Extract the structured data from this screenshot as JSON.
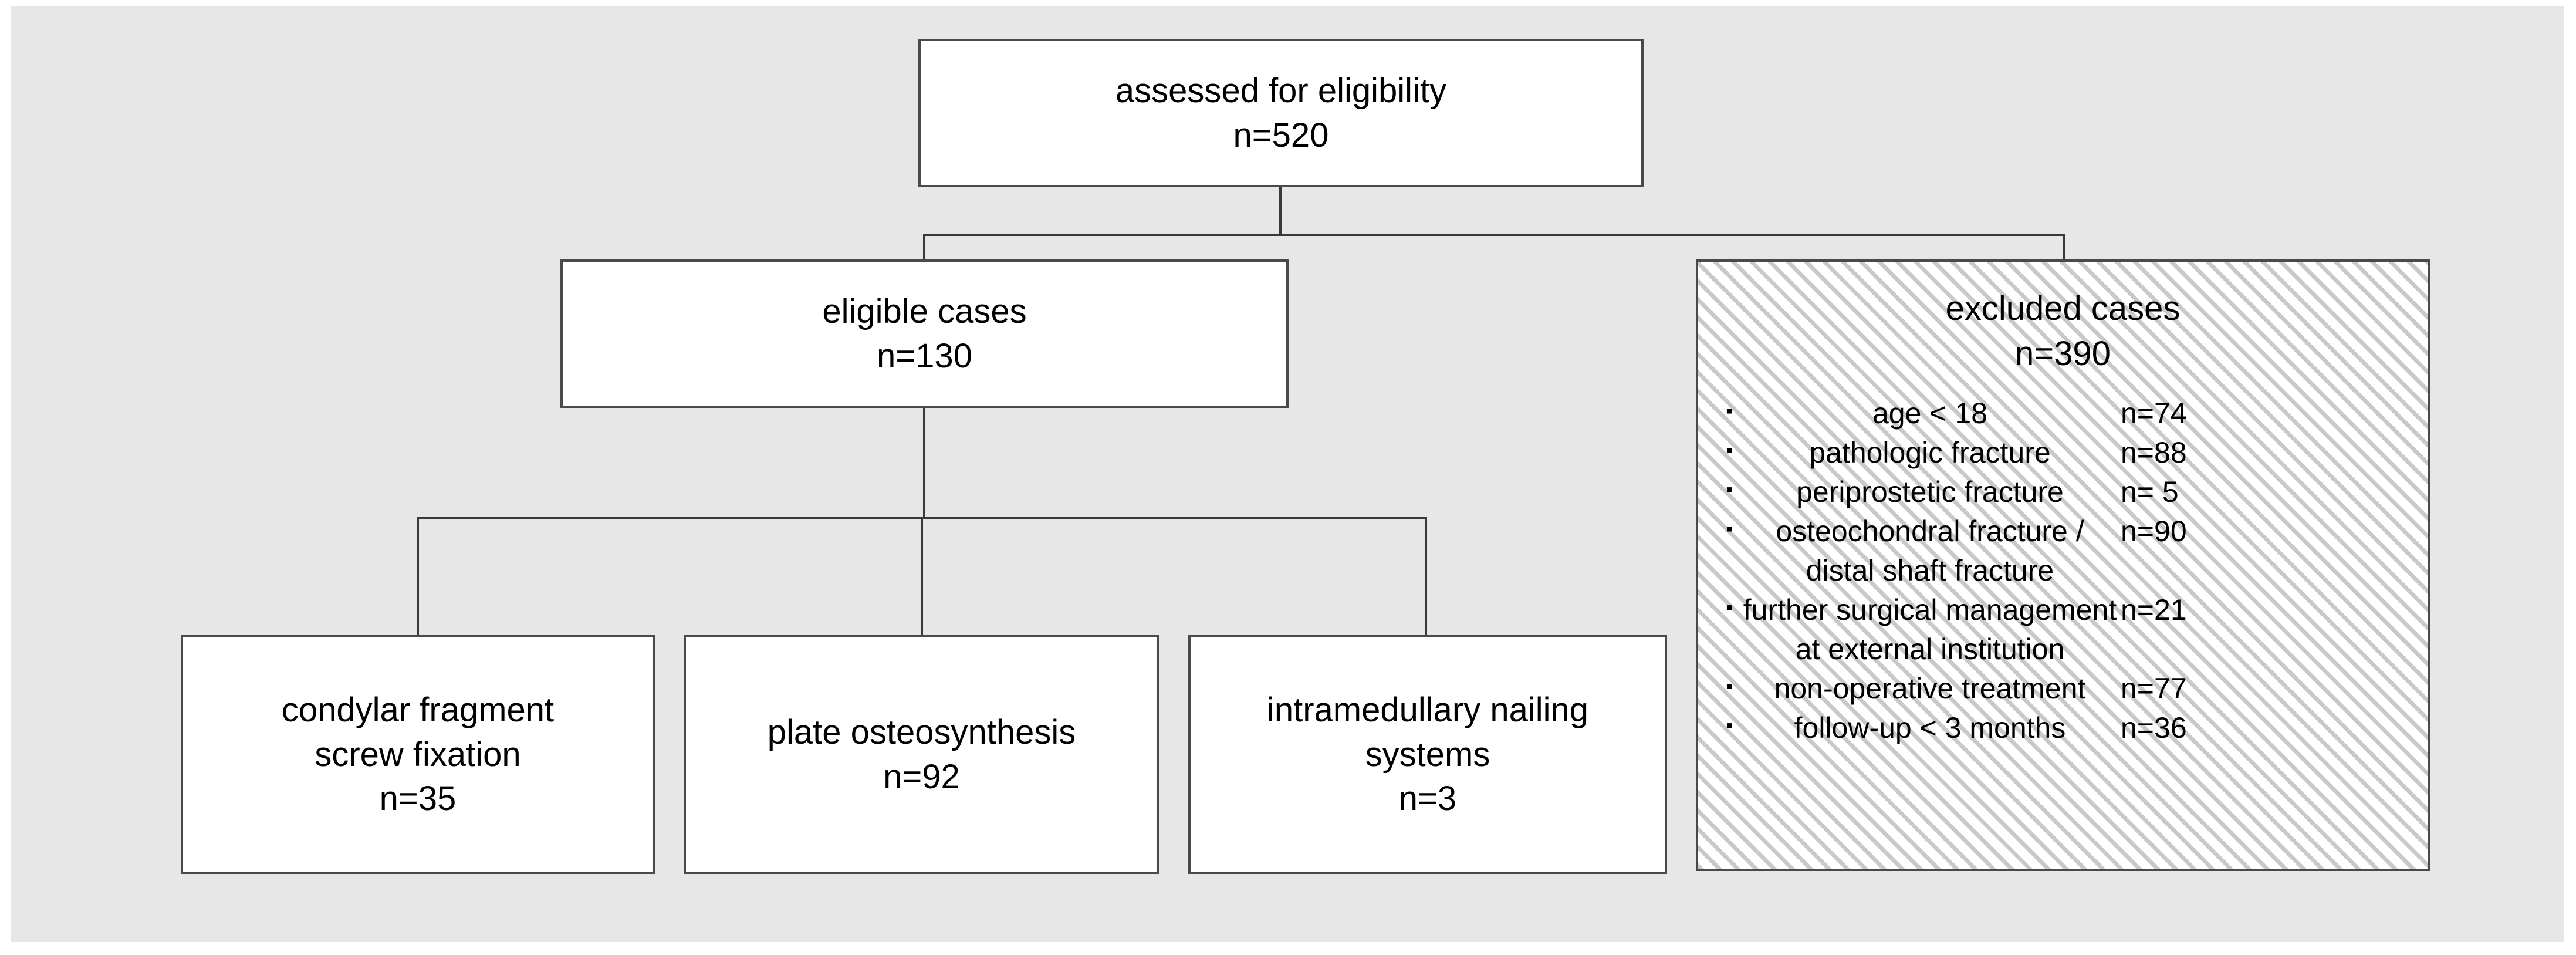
{
  "figure": {
    "type": "flow-diagram",
    "background_color": "#e7e7e7",
    "box_border_color": "#4a4a4a",
    "connector_color": "#3a3a3a"
  },
  "nodes": {
    "assessed": {
      "title": "assessed for eligibility",
      "count": "n=520"
    },
    "eligible": {
      "title": "eligible cases",
      "count": "n=130"
    },
    "excluded": {
      "title": "excluded cases",
      "count": "n=390",
      "reasons": [
        {
          "bullet": "square-bullet",
          "label": "age < 18",
          "count": "n=74"
        },
        {
          "bullet": "square-bullet",
          "label": "pathologic fracture",
          "count": "n=88"
        },
        {
          "bullet": "square-bullet",
          "label": "periprostetic fracture",
          "count": "n= 5"
        },
        {
          "bullet": "square-bullet",
          "label": "osteochondral fracture /\ndistal shaft fracture",
          "count": "n=90"
        },
        {
          "bullet": "square-bullet",
          "label": "further surgical management\nat external institution",
          "count": "n=21"
        },
        {
          "bullet": "square-bullet",
          "label": "non-operative treatment",
          "count": "n=77"
        },
        {
          "bullet": "square-bullet",
          "label": "follow-up < 3 months",
          "count": "n=36"
        }
      ]
    },
    "condylar": {
      "title_line1": "condylar fragment",
      "title_line2": "screw fixation",
      "count": "n=35"
    },
    "plate": {
      "title_line1": "plate osteosynthesis",
      "count": "n=92"
    },
    "nailing": {
      "title_line1": "intramedullary nailing",
      "title_line2": "systems",
      "count": "n=3"
    }
  }
}
